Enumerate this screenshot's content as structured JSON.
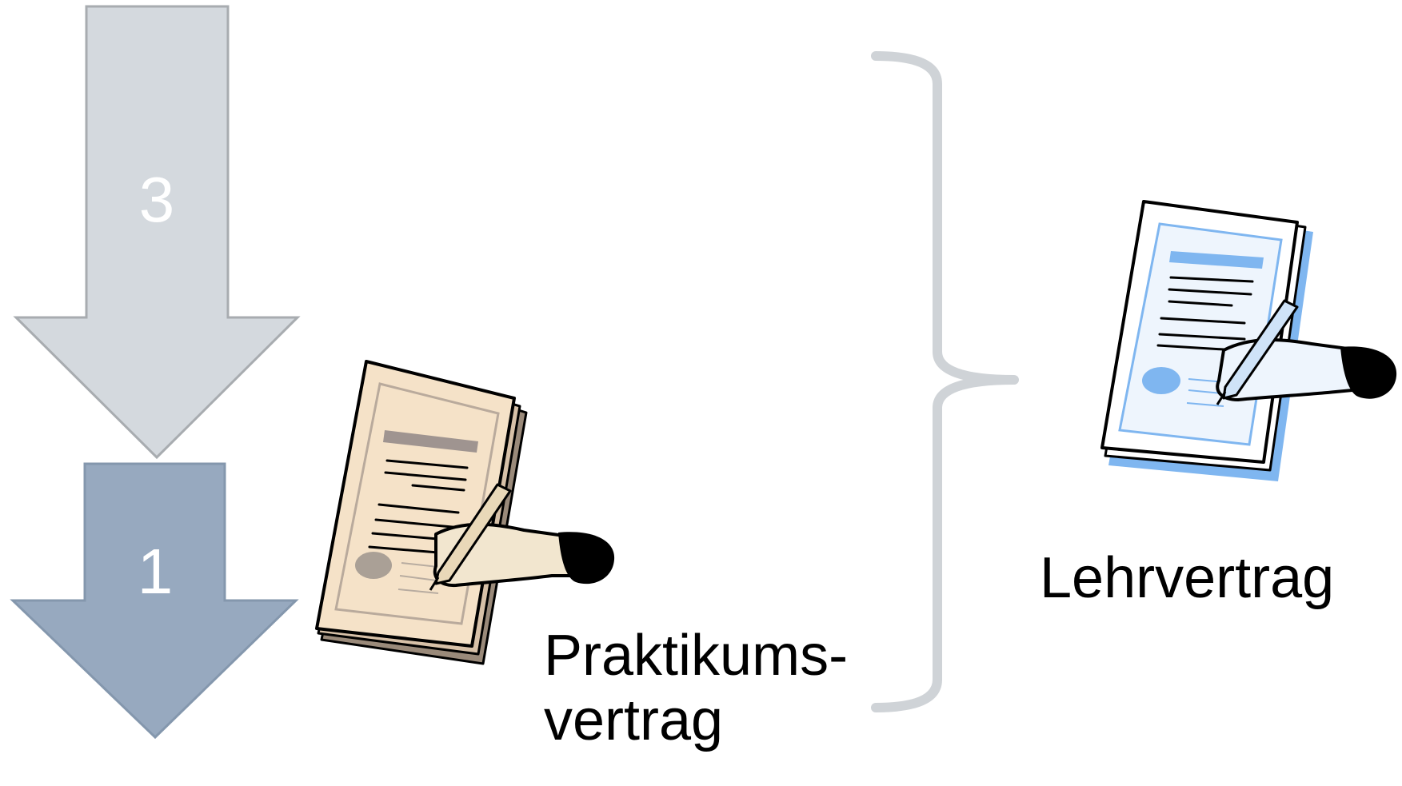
{
  "diagram": {
    "steps": [
      {
        "label": "3",
        "fill": "#d4d9de",
        "stroke": "#a8acb0",
        "text_color": "#ffffff"
      },
      {
        "label": "1",
        "fill": "#97a9bf",
        "stroke": "#8497ad",
        "text_color": "#ffffff"
      }
    ],
    "documents": [
      {
        "id": "praktikum",
        "icon": "signing-contract-icon",
        "paper_color": "#f5e2c8",
        "line_color": "#9f9490",
        "caption_line1": "Praktikums-",
        "caption_line2": "vertrag"
      },
      {
        "id": "lehr",
        "icon": "signing-contract-icon",
        "paper_color": "#ffffff",
        "accent_color": "#7fb6f0",
        "caption": "Lehrvertrag"
      }
    ],
    "brace_color": "#cfd3d7"
  }
}
